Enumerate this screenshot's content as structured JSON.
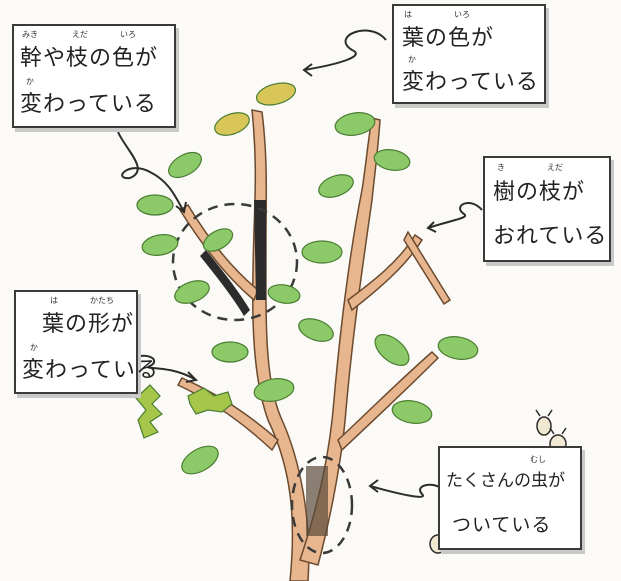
{
  "colors": {
    "branch_fill": "#e7b58e",
    "branch_stroke": "#6b4a2e",
    "leaf_fill": "#8cc968",
    "leaf_dark": "#5f9b43",
    "leaf_yellow": "#d8c659",
    "dark_band": "#2c2c2c",
    "note_border": "#3a3a3a",
    "background": "#fbfaf6"
  },
  "notes": {
    "trunk_branch_color": {
      "line1": "幹や枝の色が",
      "line2": "変わっている",
      "ruby_miki": "みき",
      "ruby_eda": "えだ",
      "ruby_iro": "いろ",
      "ruby_ka": "か"
    },
    "leaf_color": {
      "line1": "葉の色が",
      "line2": "変わっている",
      "ruby_ha": "は",
      "ruby_iro": "いろ",
      "ruby_ka": "か"
    },
    "broken_branch": {
      "line1": "樹の枝が",
      "line2": "おれている",
      "ruby_ki": "き",
      "ruby_eda": "えだ"
    },
    "leaf_shape": {
      "line1": "葉の形が",
      "line2": "変わっている",
      "ruby_ha": "は",
      "ruby_katachi": "かたち",
      "ruby_ka": "か"
    },
    "many_insects": {
      "line1": "たくさんの虫が",
      "line2": "ついている",
      "ruby_mushi": "むし"
    }
  }
}
